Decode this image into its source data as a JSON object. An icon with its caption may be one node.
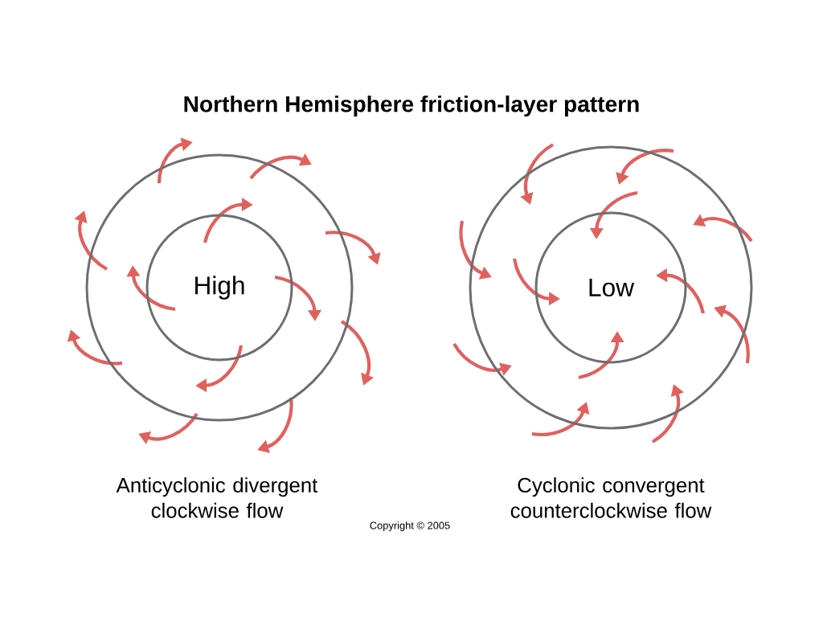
{
  "diagram": {
    "title": "Northern Hemisphere friction-layer pattern",
    "nodes": [
      {
        "text": [],
        "shape": "circle"
      },
      {
        "text": [
          "High"
        ],
        "in": 0
      },
      {
        "text": [],
        "shape": "circle"
      },
      {
        "text": [
          "Low"
        ],
        "in": 2
      }
    ],
    "edges": [],
    "labels": [
      "Anticyclonic divergent clockwise flow",
      "Cyclonic convergent counterclockwise flow",
      "Copyright © 2005"
    ]
  }
}
